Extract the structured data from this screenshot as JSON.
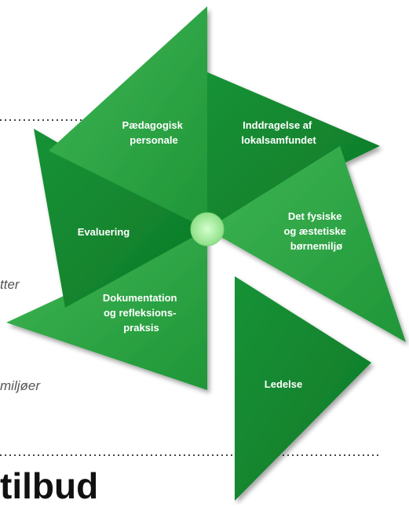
{
  "colors": {
    "blade_light": "#35a84c",
    "blade_dark": "#138a2e",
    "hub": "#a6f2a0",
    "dotted_line": "#444444"
  },
  "blades": [
    {
      "id": "paedagogisk-personale",
      "label_lines": [
        "Pædagogisk",
        "personale"
      ]
    },
    {
      "id": "inddragelse-af-lokalsamfundet",
      "label_lines": [
        "Inddragelse af",
        "lokalsamfundet"
      ]
    },
    {
      "id": "det-fysiske-og-aestetiske-bornemiljo",
      "label_lines": [
        "Det fysiske",
        "og æstetiske",
        "børnemiljø"
      ]
    },
    {
      "id": "ledelse",
      "label_lines": [
        "Ledelse"
      ]
    },
    {
      "id": "dokumentation-og-refleksionspraksis",
      "label_lines": [
        "Dokumentation",
        "og refleksions-",
        "praksis"
      ]
    },
    {
      "id": "evaluering",
      "label_lines": [
        "Evaluering"
      ]
    }
  ],
  "side_texts": {
    "line1": "tter",
    "line2": "miljøer",
    "bottom_heading": "tilbud"
  }
}
